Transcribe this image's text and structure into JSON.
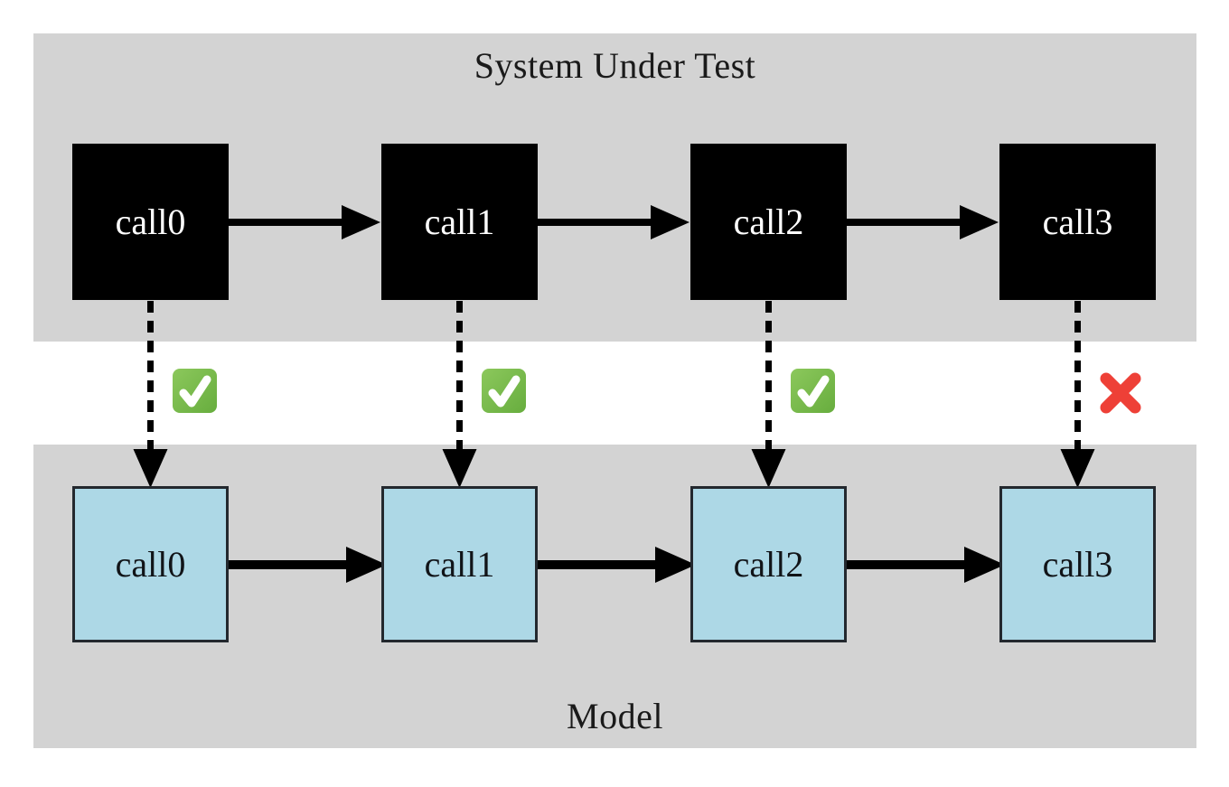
{
  "sut_band": {
    "title": "System Under Test",
    "nodes": [
      {
        "label": "call0"
      },
      {
        "label": "call1"
      },
      {
        "label": "call2"
      },
      {
        "label": "call3"
      }
    ]
  },
  "model_band": {
    "title": "Model",
    "nodes": [
      {
        "label": "call0"
      },
      {
        "label": "call1"
      },
      {
        "label": "call2"
      },
      {
        "label": "call3"
      }
    ]
  },
  "trace_checks": [
    {
      "sut_node": "call0",
      "model_node": "call0",
      "status": "pass",
      "icon": "check-mark-button"
    },
    {
      "sut_node": "call1",
      "model_node": "call1",
      "status": "pass",
      "icon": "check-mark-button"
    },
    {
      "sut_node": "call2",
      "model_node": "call2",
      "status": "pass",
      "icon": "check-mark-button"
    },
    {
      "sut_node": "call3",
      "model_node": "call3",
      "status": "fail",
      "icon": "cross-mark"
    }
  ],
  "colors": {
    "band_bg": "#d3d3d3",
    "sut_node_bg": "#000000",
    "sut_node_text": "#ffffff",
    "model_node_bg": "#add8e6",
    "model_node_border": "#23282e",
    "arrow": "#000000",
    "title_text": "#1a1a1a",
    "pass_green": "#67ad3e",
    "pass_green_light": "#8cc85c",
    "fail_red": "#ee4037"
  }
}
